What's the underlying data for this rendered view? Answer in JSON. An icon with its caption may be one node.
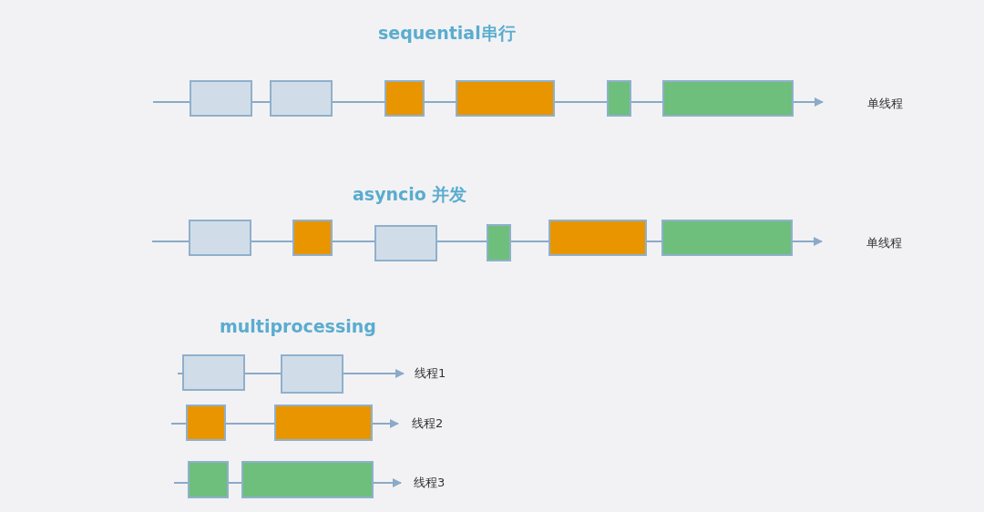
{
  "diagram": {
    "nodes": [
      {
        "text": [],
        "shape": "box"
      },
      {
        "text": [],
        "shape": "box"
      },
      {
        "text": [],
        "shape": "box"
      },
      {
        "text": [],
        "shape": "box"
      },
      {
        "text": [],
        "shape": "box"
      },
      {
        "text": [],
        "shape": "box"
      },
      {
        "text": [],
        "shape": "box"
      },
      {
        "text": [],
        "shape": "box"
      },
      {
        "text": [],
        "shape": "box"
      },
      {
        "text": [],
        "shape": "box"
      },
      {
        "text": [],
        "shape": "box"
      },
      {
        "text": [],
        "shape": "box"
      },
      {
        "text": [],
        "shape": "box"
      },
      {
        "text": [],
        "shape": "box"
      },
      {
        "text": [],
        "shape": "box"
      },
      {
        "text": [],
        "shape": "box"
      },
      {
        "text": [],
        "shape": "box"
      },
      {
        "text": [],
        "shape": "box"
      },
      {
        "text": [
          "线程1"
        ]
      },
      {
        "text": [
          "线程2"
        ]
      },
      {
        "text": [
          "线程3"
        ]
      }
    ],
    "edges": [
      {
        "from": null,
        "to": 0,
        "arrow": "none"
      },
      {
        "from": 0,
        "to": 1,
        "arrow": "none"
      },
      {
        "from": 1,
        "to": 2,
        "arrow": "none"
      },
      {
        "from": 2,
        "to": 3,
        "arrow": "none"
      },
      {
        "from": 3,
        "to": 4,
        "arrow": "none"
      },
      {
        "from": 4,
        "to": 5,
        "arrow": "none"
      },
      {
        "from": 5,
        "to": null,
        "arrow": "to"
      },
      {
        "from": null,
        "to": 6,
        "arrow": "none"
      },
      {
        "from": 6,
        "to": 7,
        "arrow": "none"
      },
      {
        "from": 7,
        "to": 8,
        "arrow": "none"
      },
      {
        "from": 8,
        "to": 9,
        "arrow": "none"
      },
      {
        "from": 9,
        "to": 10,
        "arrow": "none"
      },
      {
        "from": 10,
        "to": 11,
        "arrow": "none"
      },
      {
        "from": 11,
        "to": null,
        "arrow": "to"
      },
      {
        "from": null,
        "to": 12,
        "arrow": "none"
      },
      {
        "from": 12,
        "to": 13,
        "arrow": "none"
      },
      {
        "from": 13,
        "to": 18,
        "arrow": "to"
      },
      {
        "from": null,
        "to": 14,
        "arrow": "none"
      },
      {
        "from": 14,
        "to": 15,
        "arrow": "none"
      },
      {
        "from": 15,
        "to": 19,
        "arrow": "to"
      },
      {
        "from": null,
        "to": 16,
        "arrow": "none"
      },
      {
        "from": 16,
        "to": 17,
        "arrow": "none"
      },
      {
        "from": 17,
        "to": 20,
        "arrow": "to"
      }
    ],
    "labels": [
      "sequential串行",
      "单线程",
      "asyncio 并发",
      "单线程",
      "multiprocessing"
    ]
  }
}
